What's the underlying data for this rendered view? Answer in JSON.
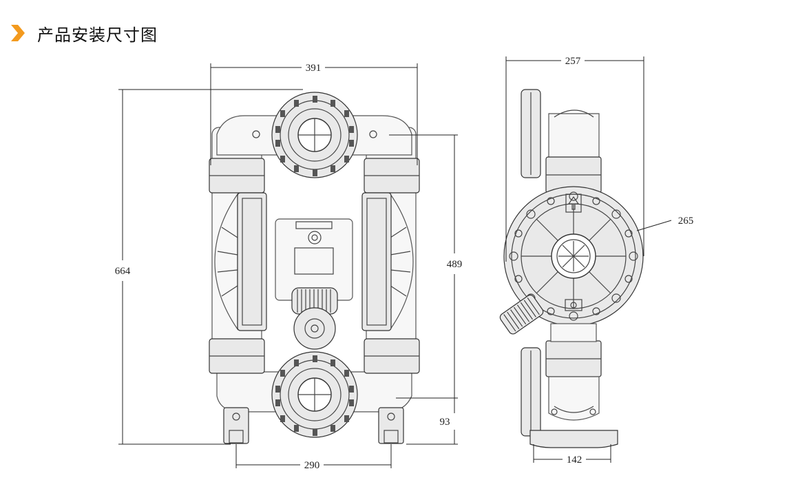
{
  "header": {
    "title": "产品安装尺寸图",
    "accent_color": "#f39a1e",
    "icon": "chevron-right-icon"
  },
  "dimensions": {
    "front_width": "391",
    "front_height": "664",
    "inlet_height": "489",
    "base_height": "93",
    "foot_spacing": "290",
    "side_width": "257",
    "side_diameter": "265",
    "side_foot_width": "142"
  }
}
